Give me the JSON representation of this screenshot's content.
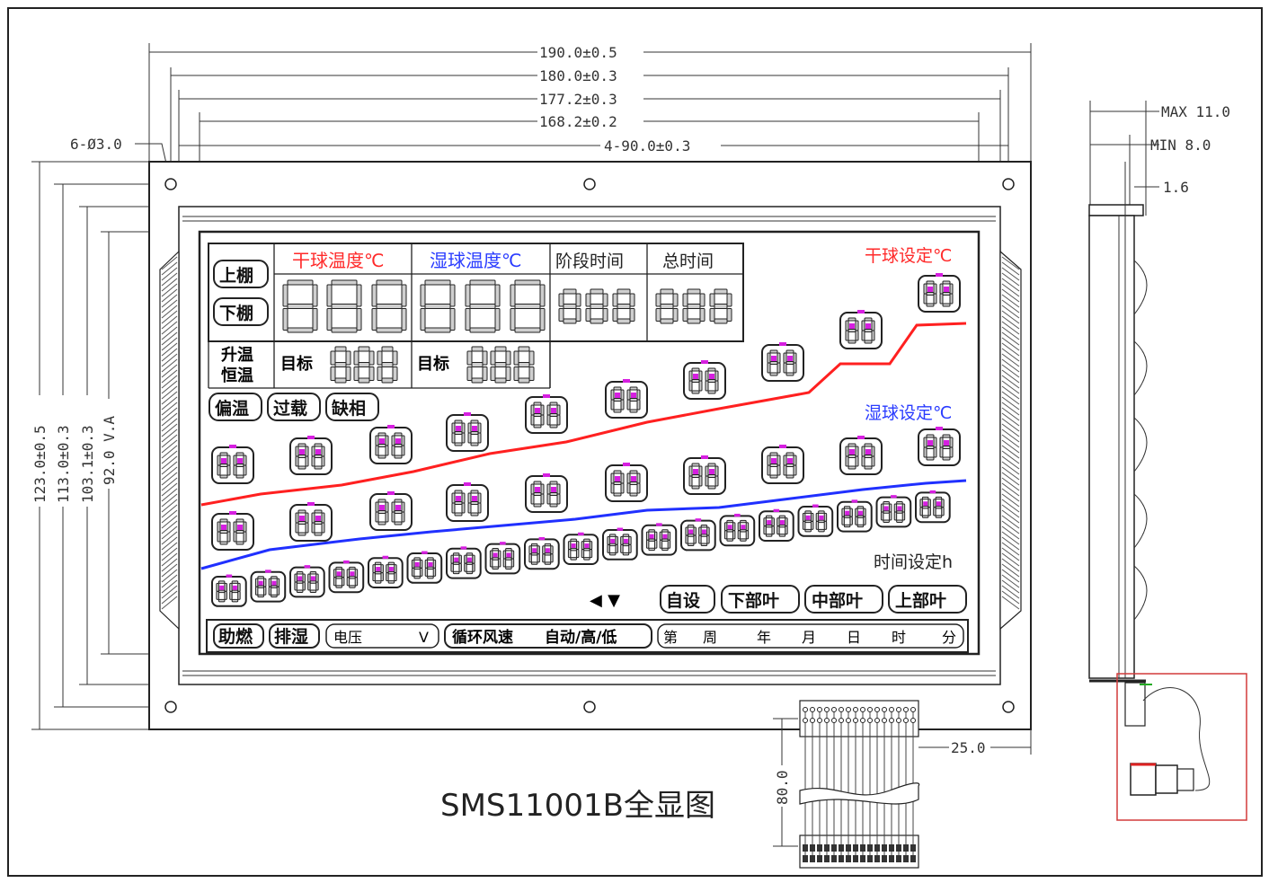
{
  "drawing": {
    "title": "SMS11001B全显图",
    "top_dimensions": [
      "190.0±0.5",
      "180.0±0.3",
      "177.2±0.3",
      "168.2±0.2"
    ],
    "hole_spacing": "4-90.0±0.3",
    "hole_callout": "6-Ø3.0",
    "left_dimensions": [
      "123.0±0.5",
      "113.0±0.3",
      "103.1±0.3",
      "92.0 V.A"
    ],
    "side_dimensions": [
      "MAX 11.0",
      "MIN 8.0",
      "1.6"
    ],
    "fpc_width": "25.0",
    "fpc_length": "80.0"
  },
  "lcd": {
    "headers": {
      "dry_temp": "干球温度℃",
      "wet_temp": "湿球温度℃",
      "stage_time": "阶段时间",
      "total_time": "总时间"
    },
    "upper_shed": "上棚",
    "lower_shed": "下棚",
    "heat_row1": "升温",
    "heat_row2": "恒温",
    "target": "目标",
    "partial_temp": "偏温",
    "overload": "过载",
    "phase_loss": "缺相",
    "dry_setting": "干球设定℃",
    "wet_setting": "湿球设定℃",
    "time_setting": "时间设定h",
    "self_set": "自设",
    "lower_leaf": "下部叶",
    "middle_leaf": "中部叶",
    "upper_leaf": "上部叶",
    "assist_heat": "助燃",
    "dehumidify": "排湿",
    "voltage": "电压",
    "volt_unit": "V",
    "circ_fan": "循环风速",
    "fan_modes": "自动/高/低",
    "week_prefix": "第",
    "week": "周",
    "year": "年",
    "month": "月",
    "day": "日",
    "hour": "时",
    "minute": "分"
  }
}
